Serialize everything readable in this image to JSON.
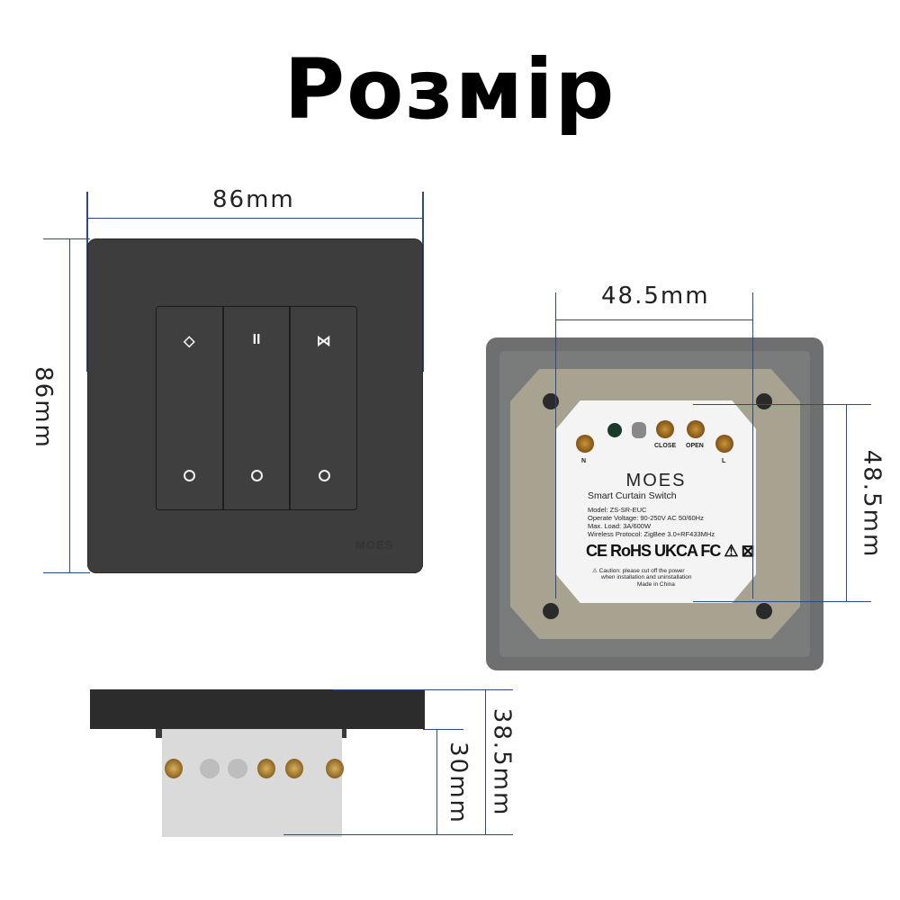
{
  "title": "Розмір",
  "front_view": {
    "width_label": "86mm",
    "height_label": "86mm",
    "buttons": [
      {
        "name": "open",
        "icon": "open-curtain-icon",
        "glyph": "◇",
        "indicator": "o"
      },
      {
        "name": "pause",
        "icon": "pause-icon",
        "glyph": "II",
        "indicator": "o"
      },
      {
        "name": "close",
        "icon": "close-curtain-icon",
        "glyph": "⋈",
        "indicator": "o"
      }
    ],
    "logo": "MOES"
  },
  "back_view": {
    "width_label": "48.5mm",
    "height_label": "48.5mm",
    "terminals": {
      "n": "N",
      "close": "CLOSE",
      "open": "OPEN",
      "l": "L"
    },
    "brand": "MOES",
    "product_name": "Smart Curtain Switch",
    "specs": [
      "Model: ZS-SR-EUC",
      "Operate Voltage: 90-250V AC 50/60Hz",
      "Max. Load: 3A/600W",
      "Wireless Protocol: ZigBee 3.0+RF433MHz"
    ],
    "certifications": "CE RoHS UKCA FC ⚠ ⊠",
    "caution": [
      "⚠ Caution: please cut off the power",
      "when installation and uninstallation",
      "Made in China"
    ]
  },
  "side_view": {
    "depth_total_label": "38.5mm",
    "depth_body_label": "30mm"
  },
  "colors": {
    "dimension_line": "#2d4a86",
    "panel": "#3c3d3c",
    "back_frame": "#6e6f70"
  }
}
